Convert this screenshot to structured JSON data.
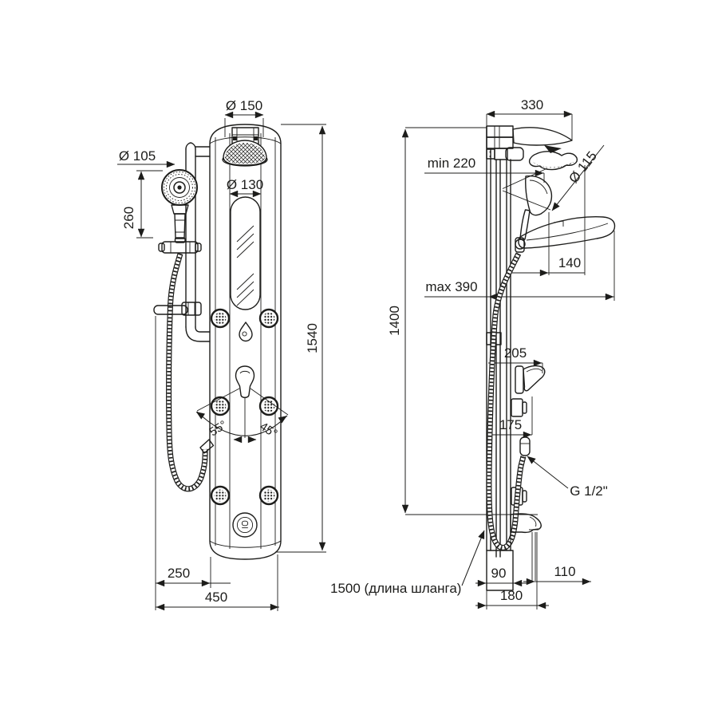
{
  "background": "#ffffff",
  "ink": "#1d1d1b",
  "drawing_type": "shower panel dimensional drawing",
  "icons": {
    "drop": "water-drop-icon",
    "jet": "massage-jet-icon",
    "logo": "brand-badge-icon"
  },
  "views": {
    "front": {
      "dims": {
        "head_diameter": "Ø 150",
        "panel_head_diameter": "Ø 130",
        "hand_shower_diameter": "Ø 105",
        "hand_shower_height": "260",
        "panel_height": "1540",
        "spray_angle_left": "55°",
        "spray_angle_right": "45°",
        "offset_bottom": "250",
        "total_width": "450"
      }
    },
    "side": {
      "dims": {
        "arm_projection": "330",
        "min_projection": "min 220",
        "head_side_diameter": "Ø 115",
        "hand_shower_projection": "140",
        "max_projection": "max 390",
        "mount_height": "1400",
        "lever_projection": "205",
        "valve_projection": "175",
        "connection_thread": "G 1/2\"",
        "base_depth": "90",
        "spout_offset": "110",
        "spout_projection": "180",
        "hose_length": "1500 (длина шланга)"
      }
    }
  }
}
